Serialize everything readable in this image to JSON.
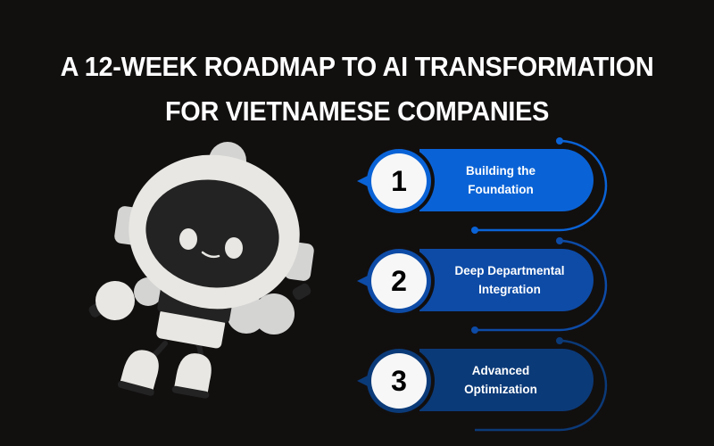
{
  "title": {
    "line1": "A 12-WEEK ROADMAP TO AI TRANSFORMATION",
    "line2": "FOR VIETNAMESE COMPANIES"
  },
  "illustration": {
    "icon": "robot-astronaut-icon"
  },
  "steps": [
    {
      "number": "1",
      "label_line1": "Building the",
      "label_line2": "Foundation",
      "color": "#0a63d6"
    },
    {
      "number": "2",
      "label_line1": "Deep Departmental",
      "label_line2": "Integration",
      "color": "#0d4ba6"
    },
    {
      "number": "3",
      "label_line1": "Advanced",
      "label_line2": "Optimization",
      "color": "#0b3a78"
    }
  ],
  "colors": {
    "background": "#120f0f",
    "title_text": "#ffffff",
    "robot_white": "#e8e7e3",
    "robot_gray": "#d4d4d3",
    "robot_dark": "#232323"
  }
}
